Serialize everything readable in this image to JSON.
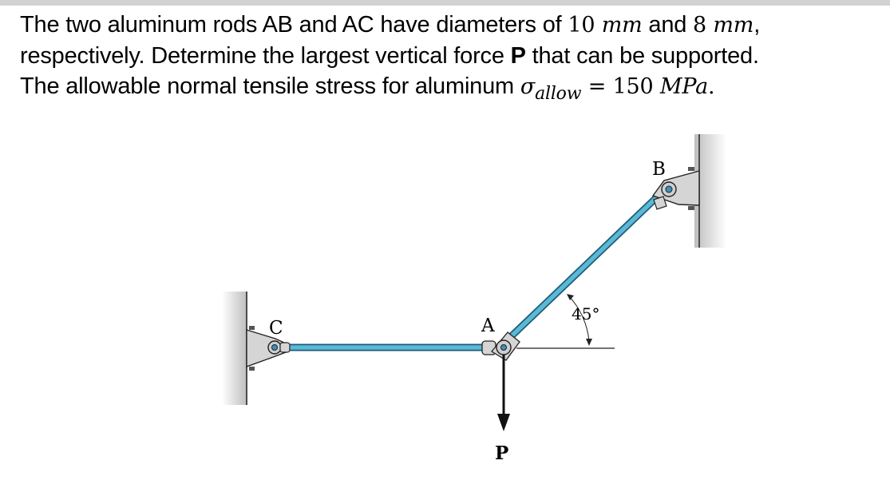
{
  "problem": {
    "line1_a": "The two aluminum rods AB and AC have diameters of ",
    "d1_value": "10",
    "d1_unit": "mm",
    "line1_b": " and ",
    "d2_value": "8",
    "d2_unit": "mm",
    "line1_c": ",",
    "line2_a": "respectively. Determine the largest vertical force ",
    "force_symbol": "P",
    "line2_b": " that can be supported.",
    "line3_a": "The allowable normal tensile stress for aluminum ",
    "sigma": "σ",
    "sigma_sub": "allow",
    "equals": " = ",
    "stress_value": "150",
    "stress_unit": "MPa",
    "period": "."
  },
  "figure": {
    "label_B": "B",
    "label_C": "C",
    "label_A": "A",
    "label_P": "P",
    "angle_label": "45°",
    "colors": {
      "rod": "#5bb8d6",
      "rod_edge": "#1d5d76",
      "wall": "#c9c9c9",
      "bracket": "#d5d5d5",
      "pin": "#3f8fb8"
    }
  }
}
